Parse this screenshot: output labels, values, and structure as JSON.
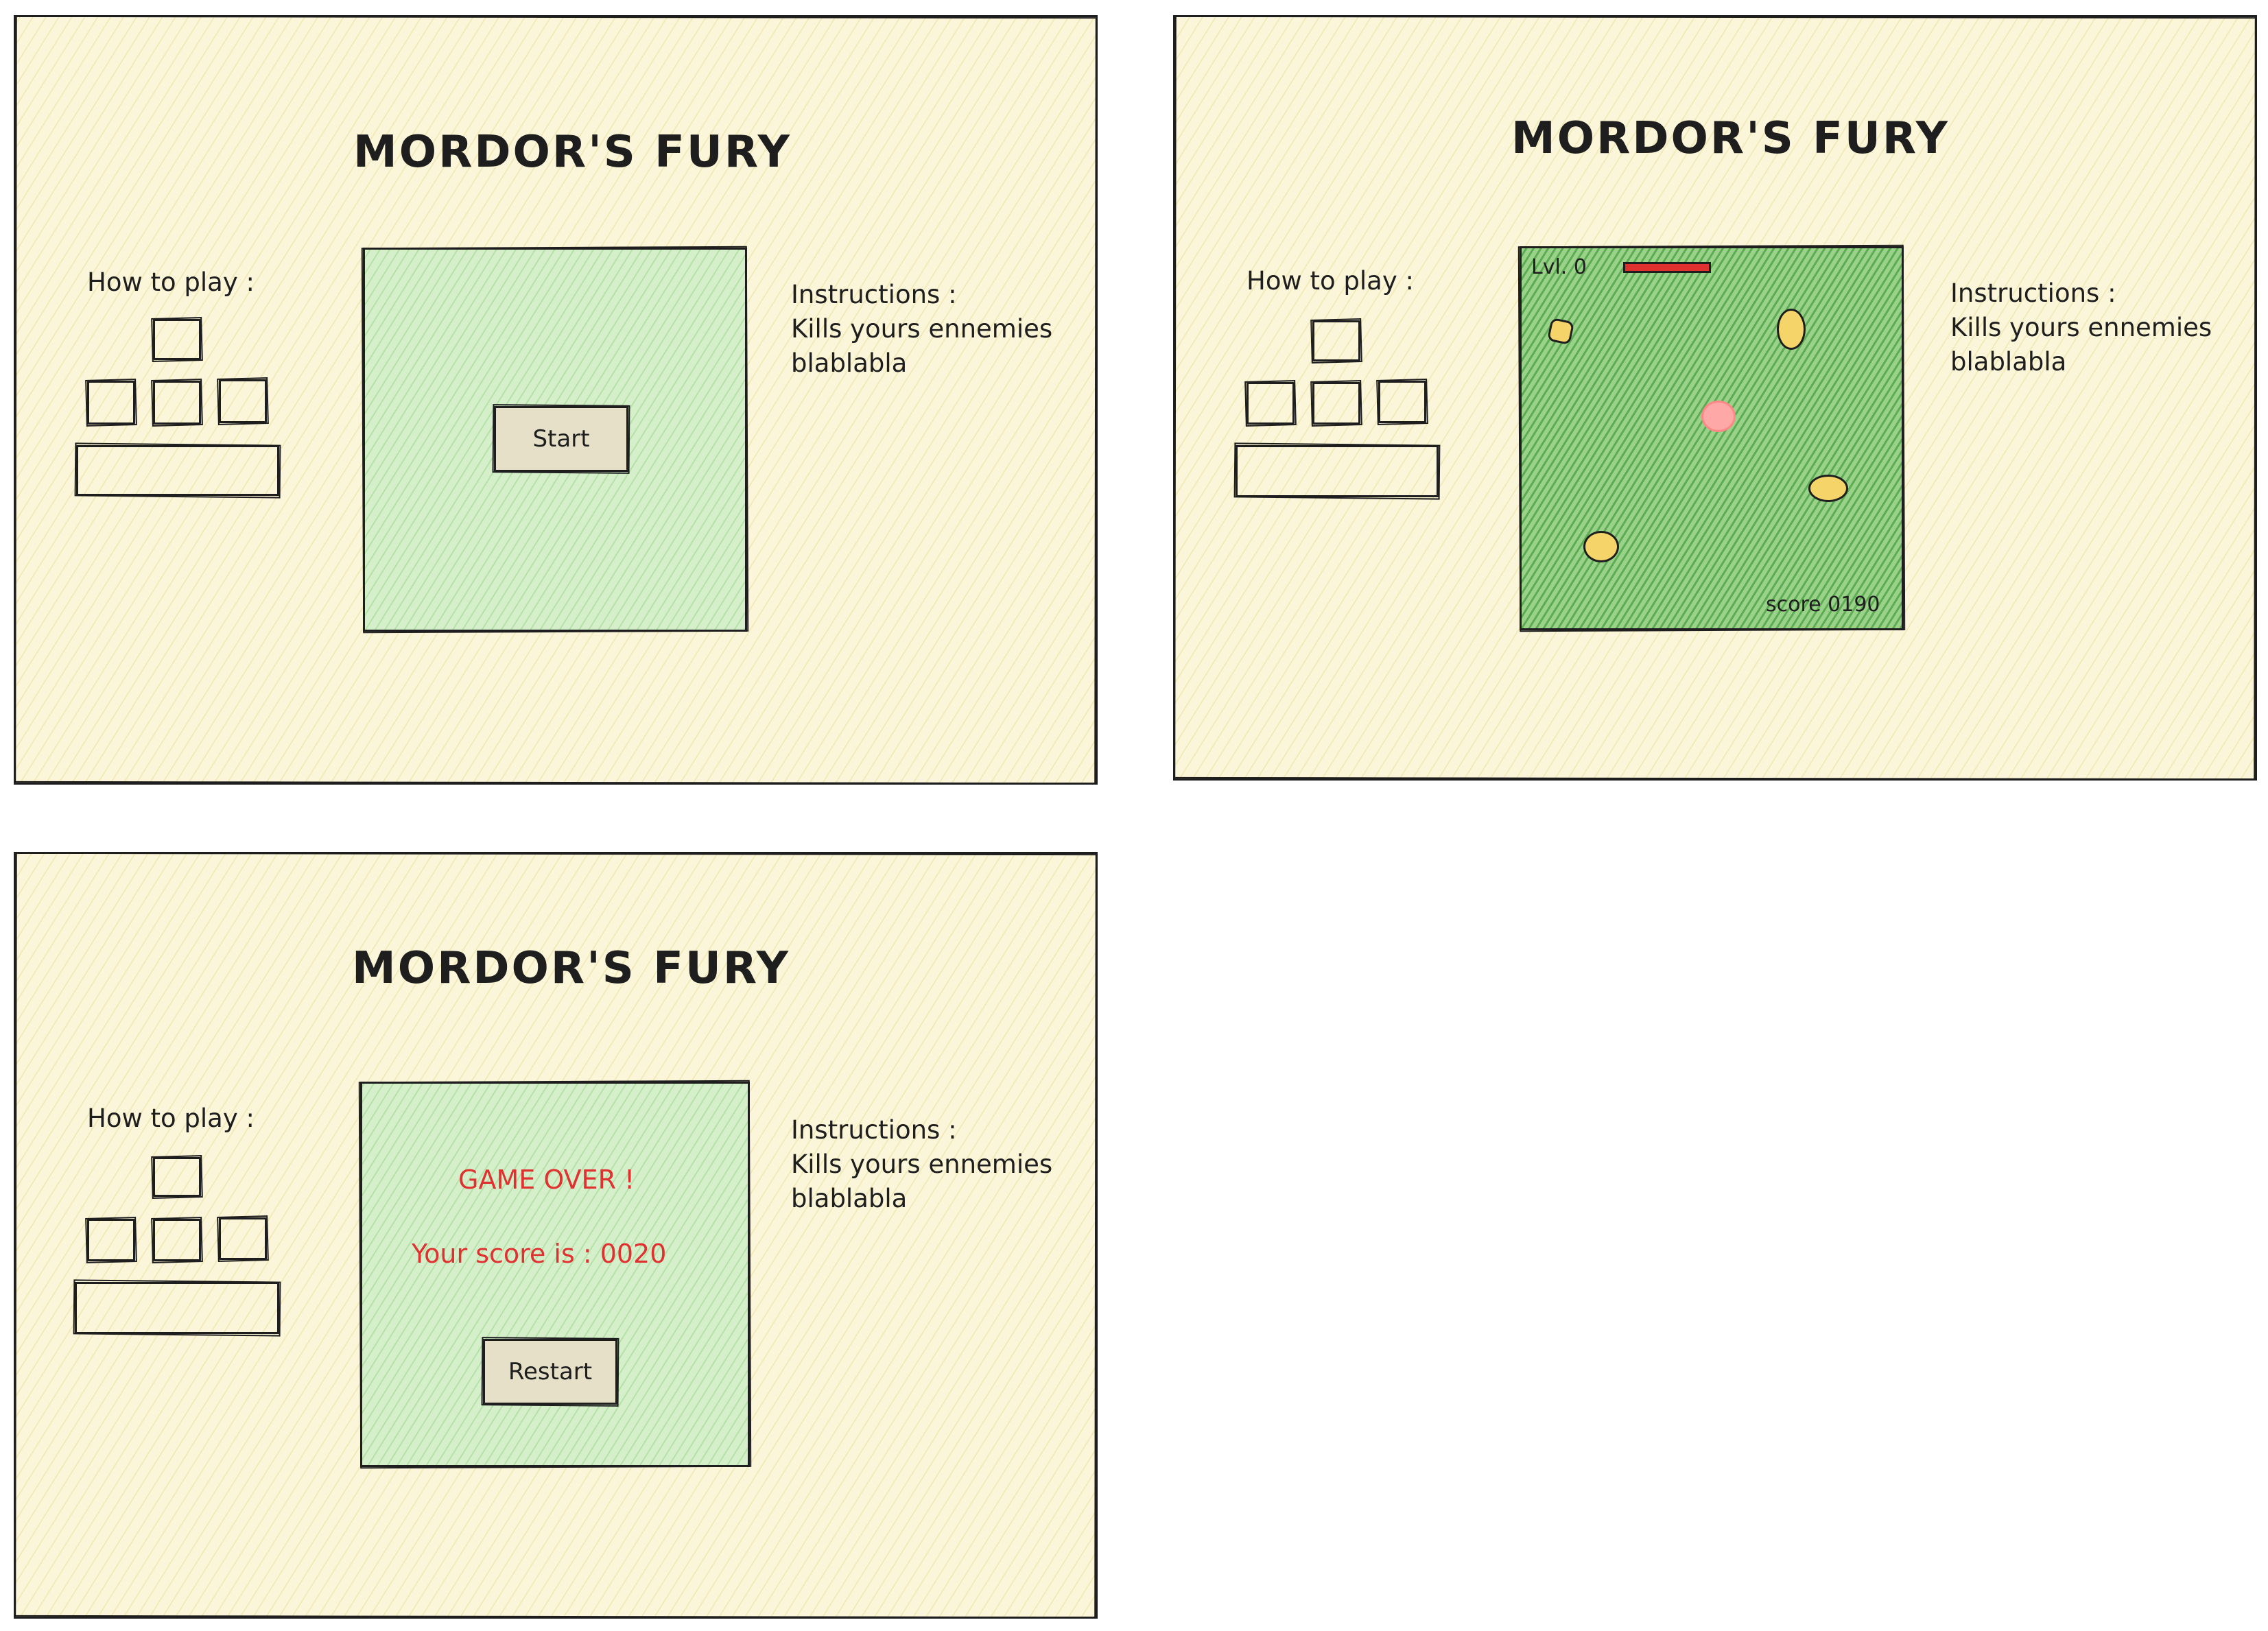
{
  "screens": {
    "start": {
      "title": "MORDOR'S FURY",
      "how_to_play": "How to play :",
      "instructions": [
        "Instructions :",
        "Kills yours ennemies",
        "blablabla"
      ],
      "start_button": "Start"
    },
    "playing": {
      "title": "MORDOR'S FURY",
      "how_to_play": "How to play :",
      "instructions": [
        "Instructions :",
        "Kills yours ennemies",
        "blablabla"
      ],
      "level": "Lvl. 0",
      "score": "score 0190",
      "health": 1.0
    },
    "game_over": {
      "title": "MORDOR'S FURY",
      "how_to_play": "How to play :",
      "instructions": [
        "Instructions :",
        "Kills yours ennemies",
        "blablabla"
      ],
      "game_over": "GAME OVER !",
      "score_text": "Your score is : 0020",
      "restart_button": "Restart"
    }
  },
  "colors": {
    "board_bg": "#fbf6d9",
    "field_bg": "#d5efcb",
    "field_active_bg": "#9bd28a",
    "alert_red": "#e03131",
    "enemy": "#f5d46a",
    "player": "#ffa8a8"
  }
}
